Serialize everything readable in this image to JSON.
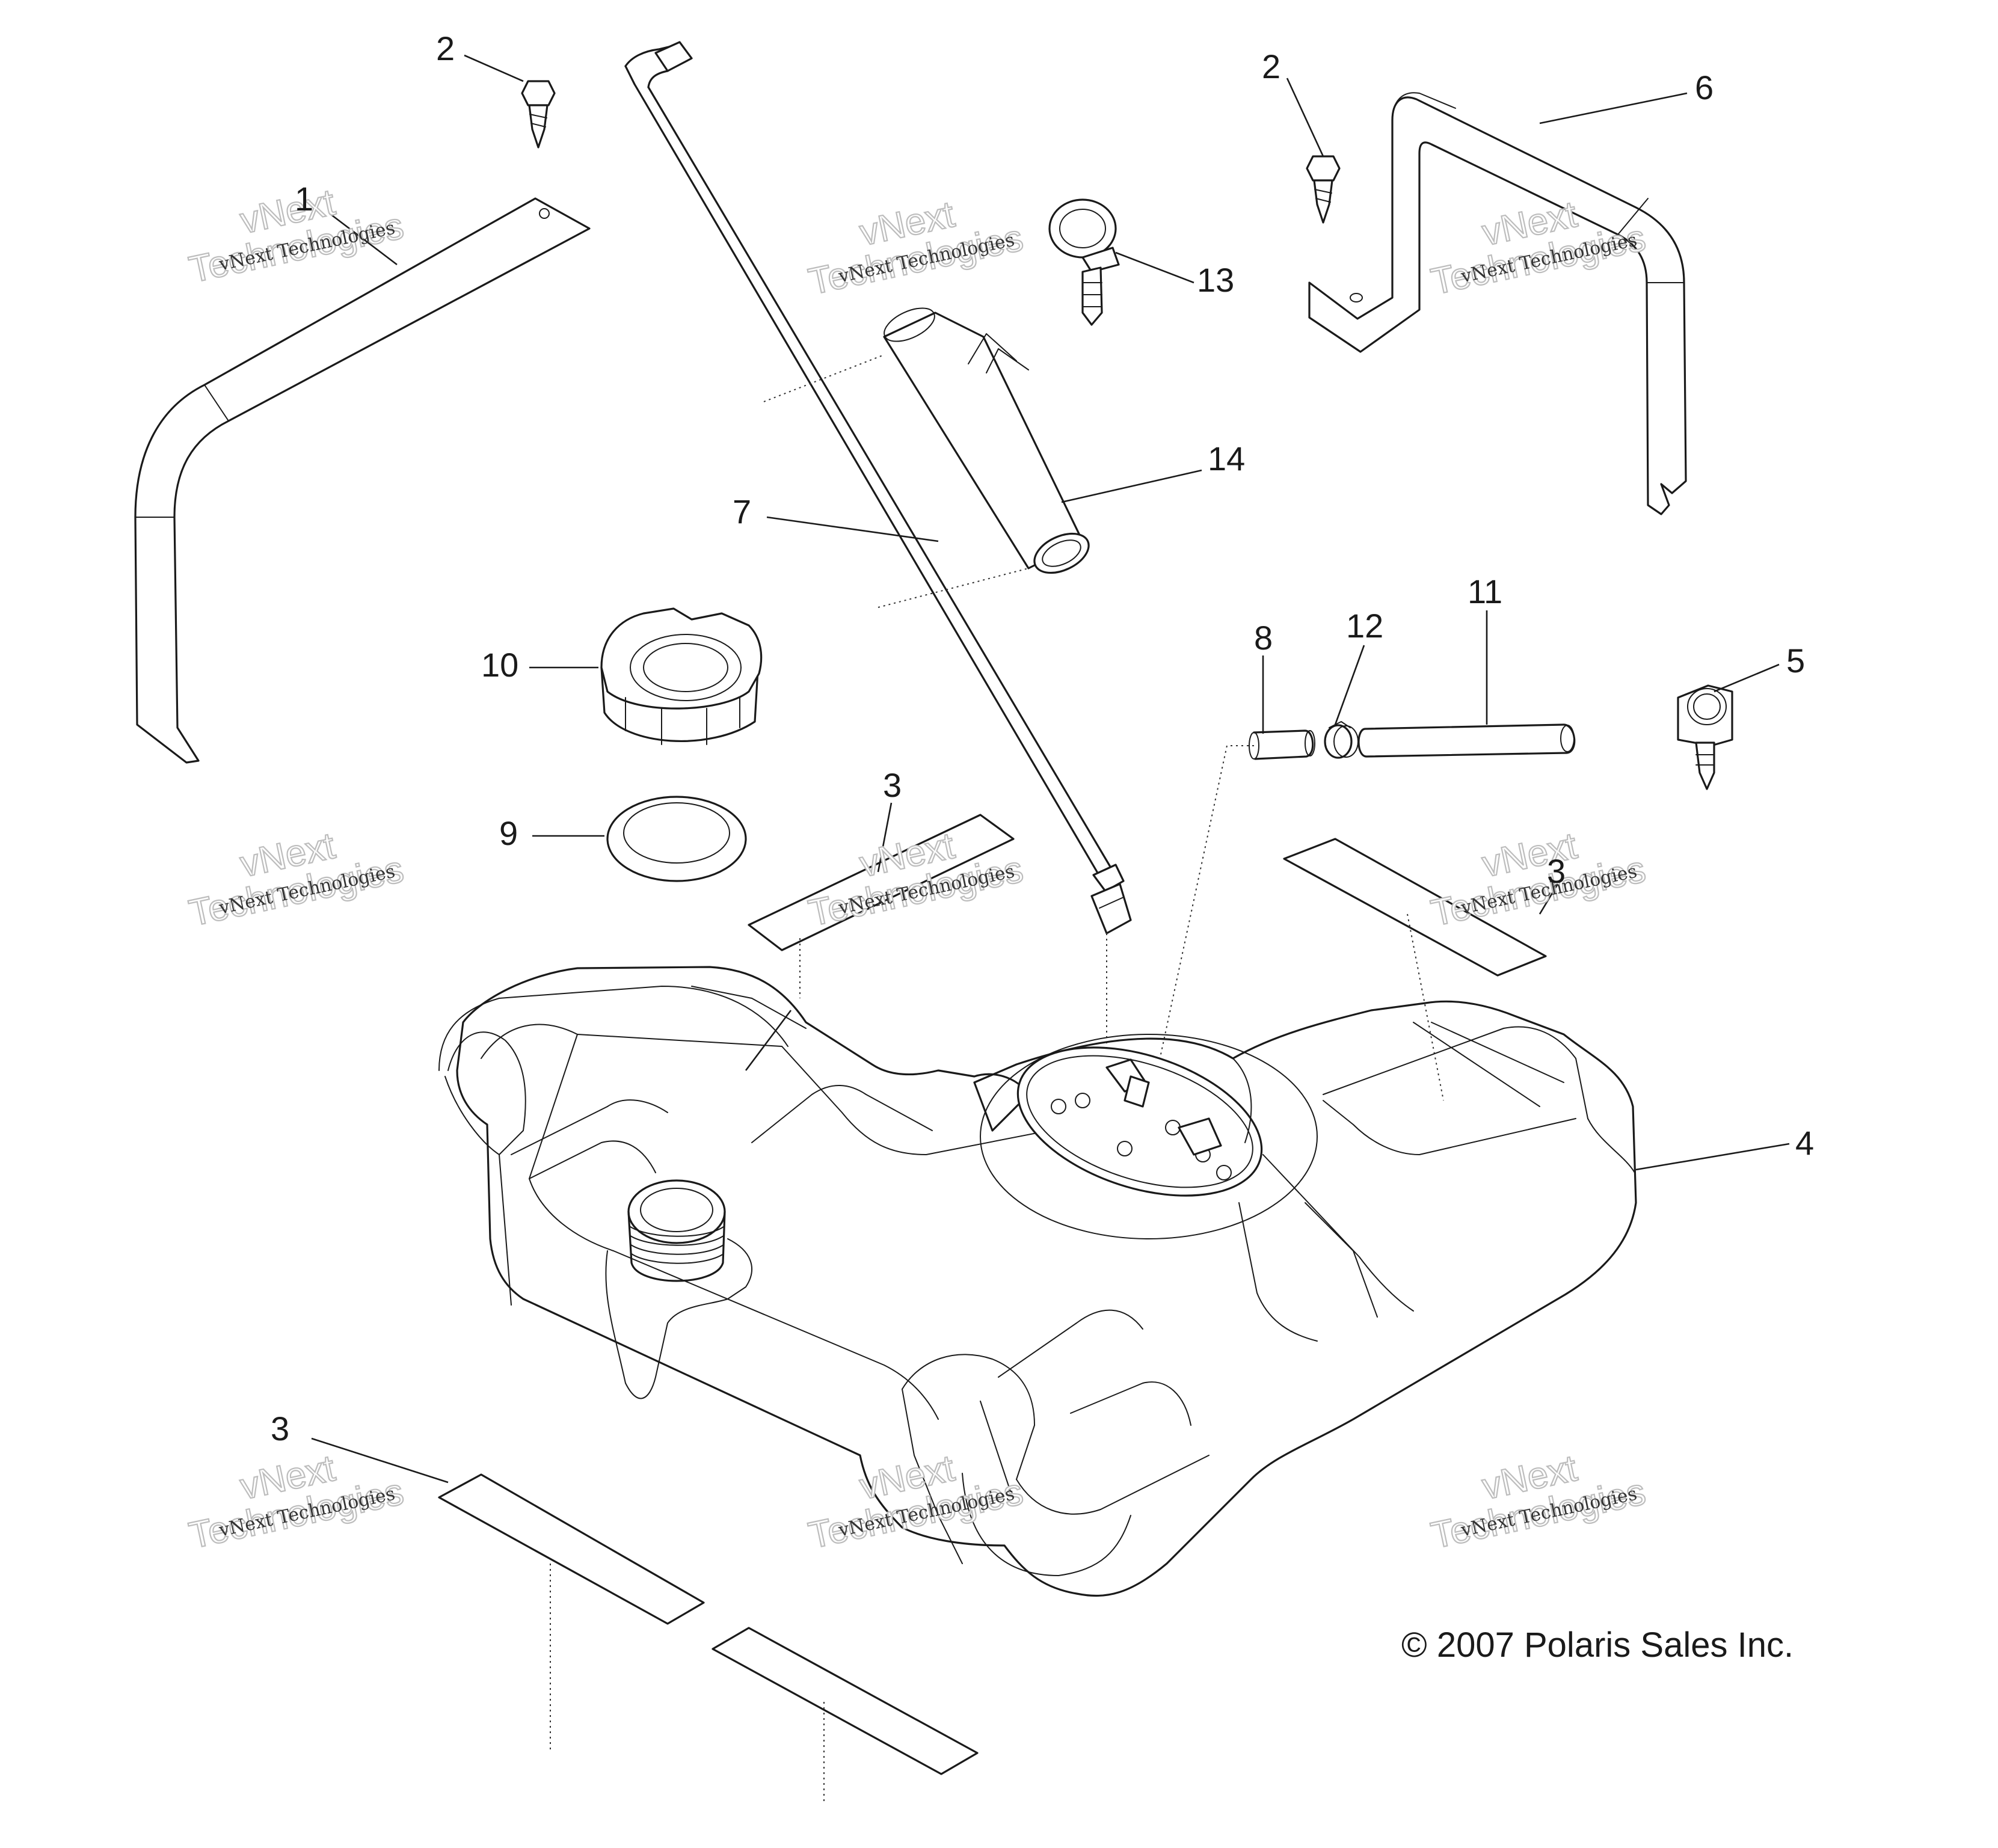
{
  "callouts": {
    "c1": "1",
    "c2a": "2",
    "c2b": "2",
    "c3a": "3",
    "c3b": "3",
    "c3c": "3",
    "c4": "4",
    "c5": "5",
    "c6": "6",
    "c7": "7",
    "c8": "8",
    "c9": "9",
    "c10": "10",
    "c11": "11",
    "c12": "12",
    "c13": "13",
    "c14": "14"
  },
  "watermark": {
    "line1": "vNext Technologies",
    "line2a": "vNext",
    "line2b": "Technologies"
  },
  "copyright": "© 2007 Polaris Sales Inc."
}
